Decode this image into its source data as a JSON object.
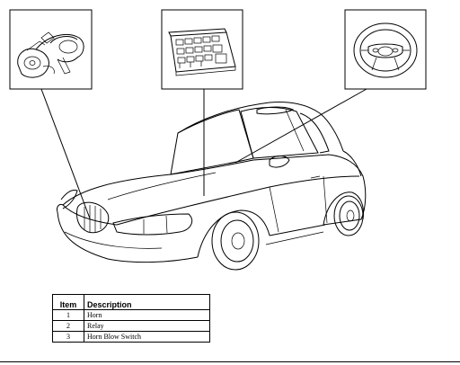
{
  "table": {
    "headers": {
      "item": "Item",
      "description": "Description"
    },
    "rows": [
      {
        "item": "1",
        "description": "Horn"
      },
      {
        "item": "2",
        "description": "Relay"
      },
      {
        "item": "3",
        "description": "Horn Blow Switch"
      }
    ]
  }
}
